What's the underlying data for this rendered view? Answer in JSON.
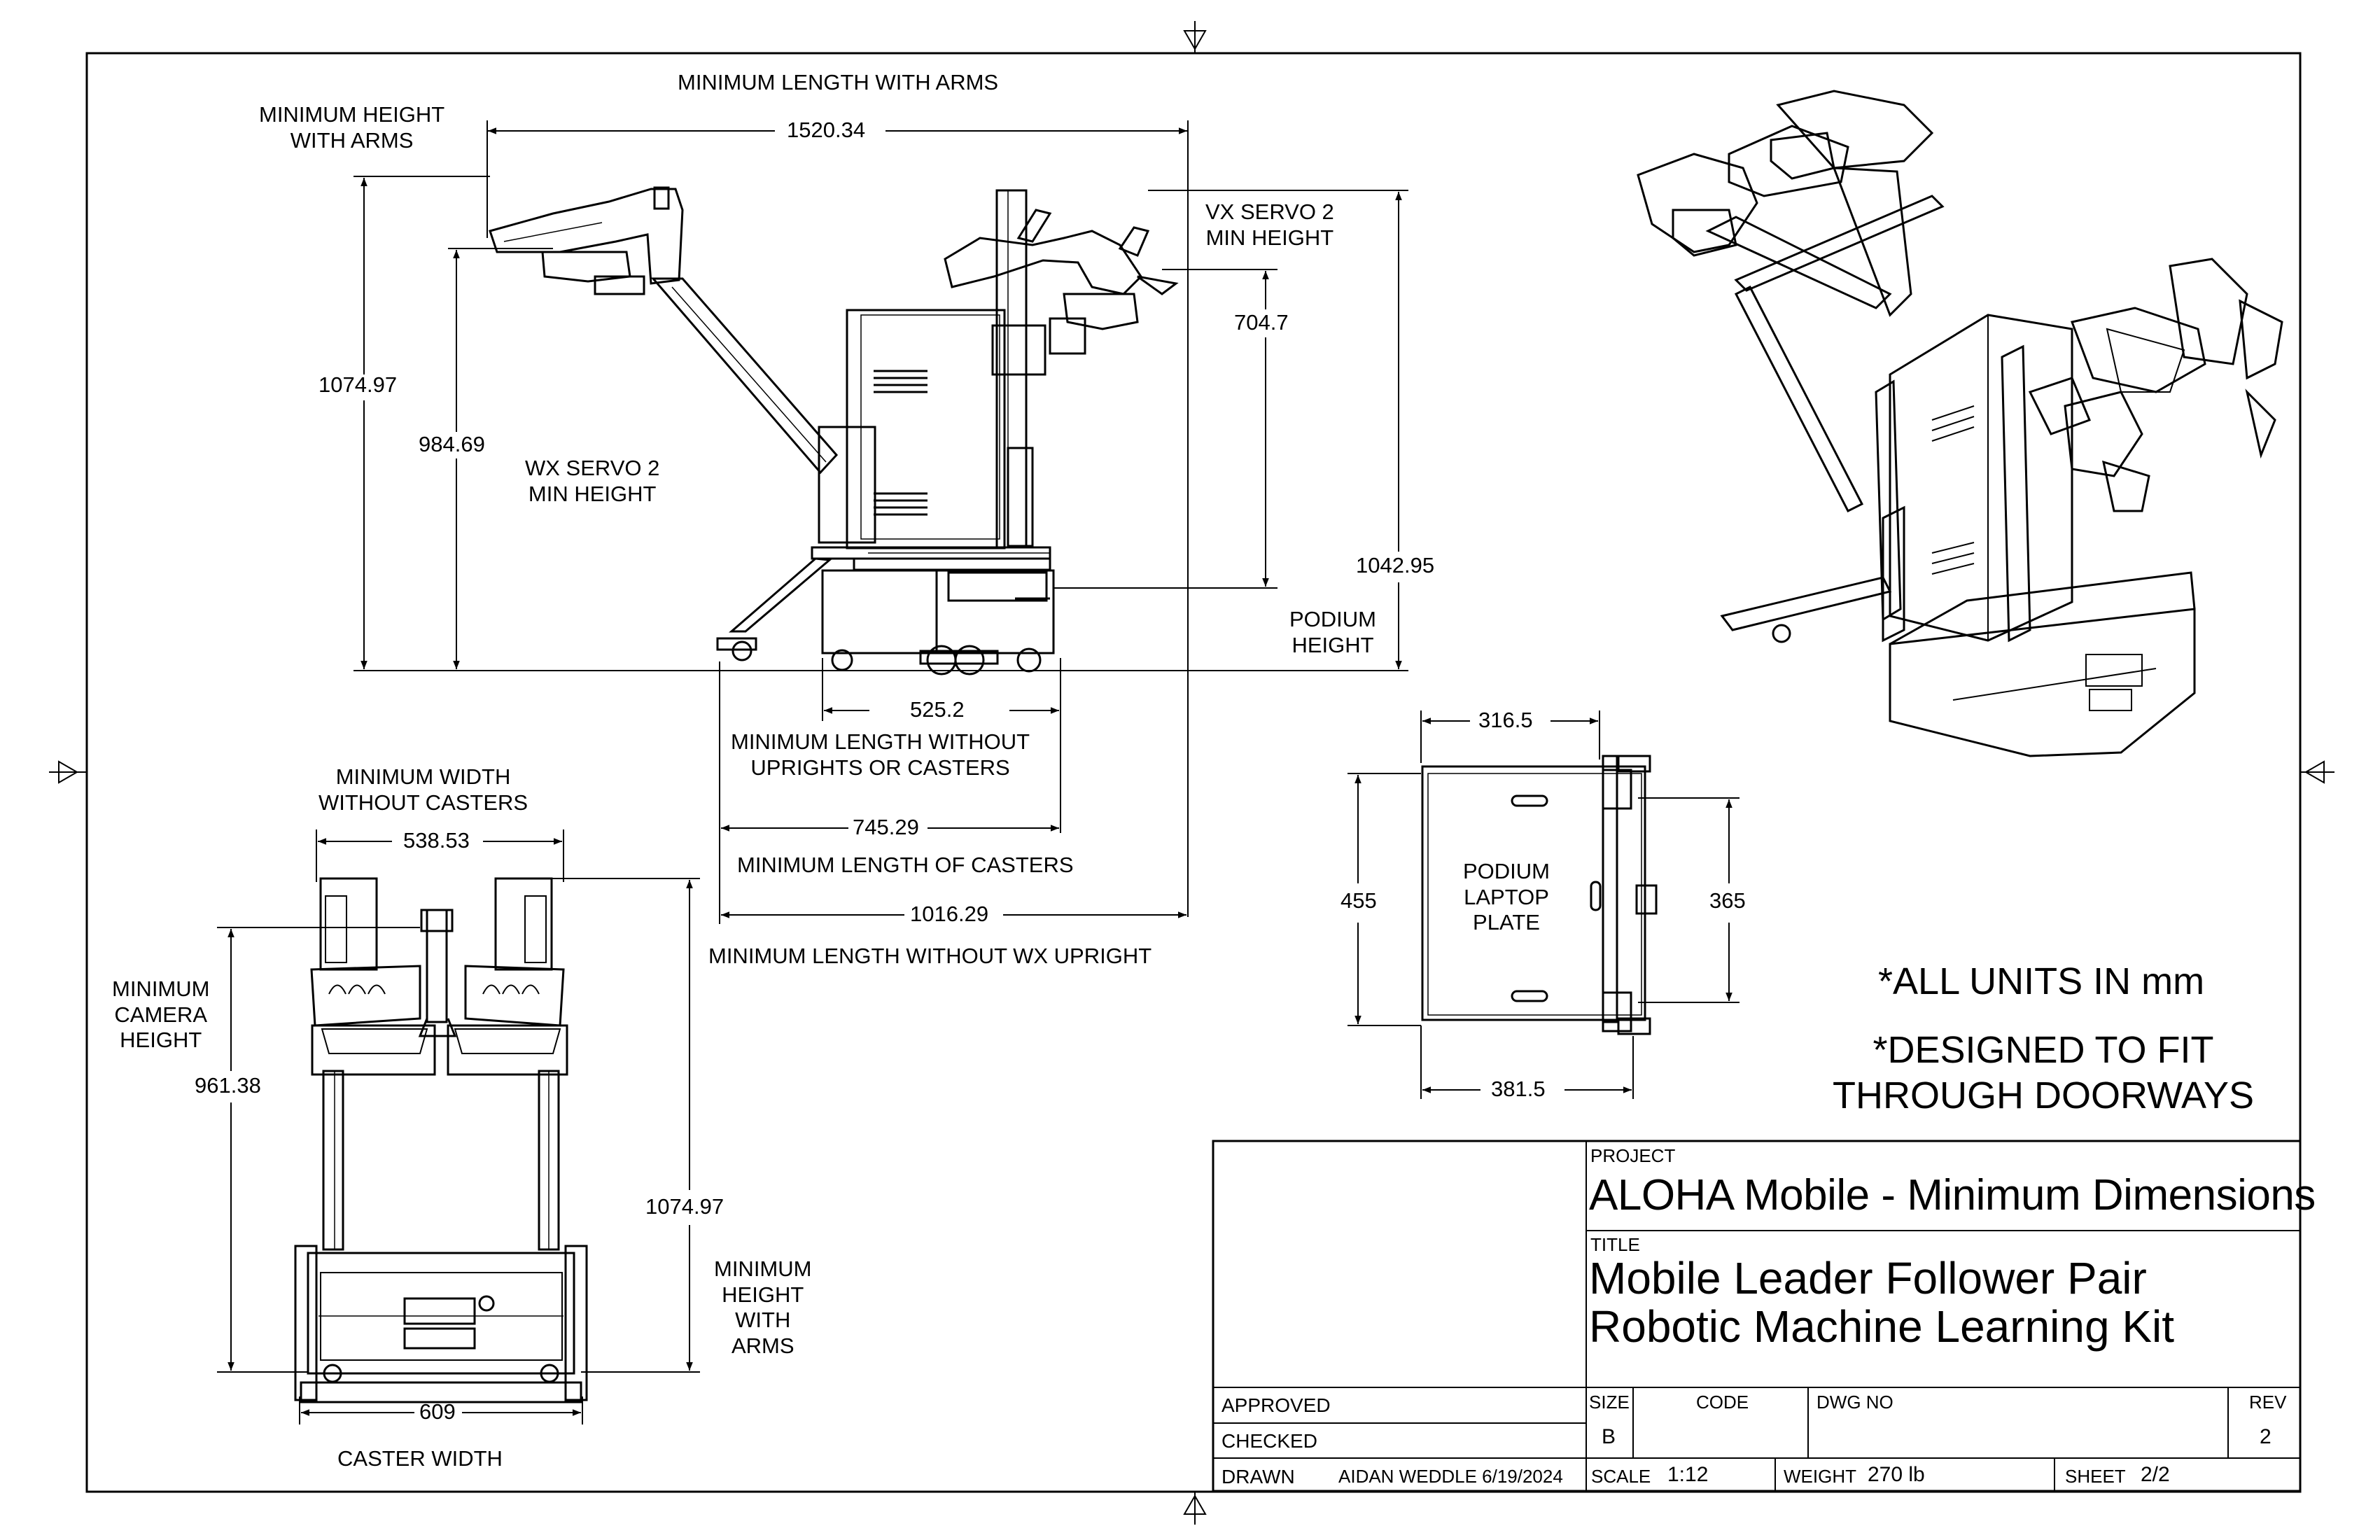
{
  "dimensions": {
    "min_length_with_arms": "1520.34",
    "min_height_with_arms_side": "1074.97",
    "wx_servo_min_height": "984.69",
    "vx_servo_min_height": "704.7",
    "podium_height": "1042.95",
    "min_length_without_uprights": "525.2",
    "min_length_of_casters": "745.29",
    "min_length_without_wx_upright": "1016.29",
    "min_width_without_casters": "538.53",
    "min_camera_height": "961.38",
    "min_height_with_arms_front": "1074.97",
    "caster_width": "609",
    "plate_width_top": "316.5",
    "plate_width_bottom": "381.5",
    "plate_height_left": "455",
    "plate_height_right": "365"
  },
  "labels": {
    "min_length_with_arms": "MINIMUM LENGTH WITH ARMS",
    "min_height_with_arms_side": "MINIMUM HEIGHT\nWITH ARMS",
    "vx_servo": "VX SERVO 2\nMIN HEIGHT",
    "wx_servo": "WX SERVO 2\nMIN HEIGHT",
    "podium_height": "PODIUM\nHEIGHT",
    "min_length_without_uprights": "MINIMUM LENGTH WITHOUT\nUPRIGHTS OR CASTERS",
    "min_length_of_casters": "MINIMUM LENGTH OF CASTERS",
    "min_length_without_wx_upright": "MINIMUM LENGTH WITHOUT WX UPRIGHT",
    "min_width_without_casters": "MINIMUM WIDTH\nWITHOUT CASTERS",
    "min_camera_height": "MINIMUM\nCAMERA\nHEIGHT",
    "min_height_with_arms_front": "MINIMUM\nHEIGHT\nWITH\nARMS",
    "caster_width": "CASTER WIDTH",
    "podium_laptop_plate": "PODIUM\nLAPTOP\nPLATE"
  },
  "notes": {
    "units": "*ALL UNITS IN mm",
    "doorways": "*DESIGNED TO FIT\nTHROUGH DOORWAYS"
  },
  "title_block": {
    "project_caption": "PROJECT",
    "project": "ALOHA Mobile - Minimum Dimensions",
    "title_caption": "TITLE",
    "title_line1": "Mobile Leader Follower Pair",
    "title_line2": "Robotic Machine Learning Kit",
    "approved": "APPROVED",
    "checked": "CHECKED",
    "drawn": "DRAWN",
    "drawn_by": "AIDAN WEDDLE 6/19/2024",
    "size_caption": "SIZE",
    "size": "B",
    "code_caption": "CODE",
    "dwg_no_caption": "DWG NO",
    "rev_caption": "REV",
    "rev": "2",
    "scale_caption": "SCALE",
    "scale": "1:12",
    "weight_caption": "WEIGHT",
    "weight": "270 lb",
    "sheet_caption": "SHEET",
    "sheet": "2/2"
  }
}
